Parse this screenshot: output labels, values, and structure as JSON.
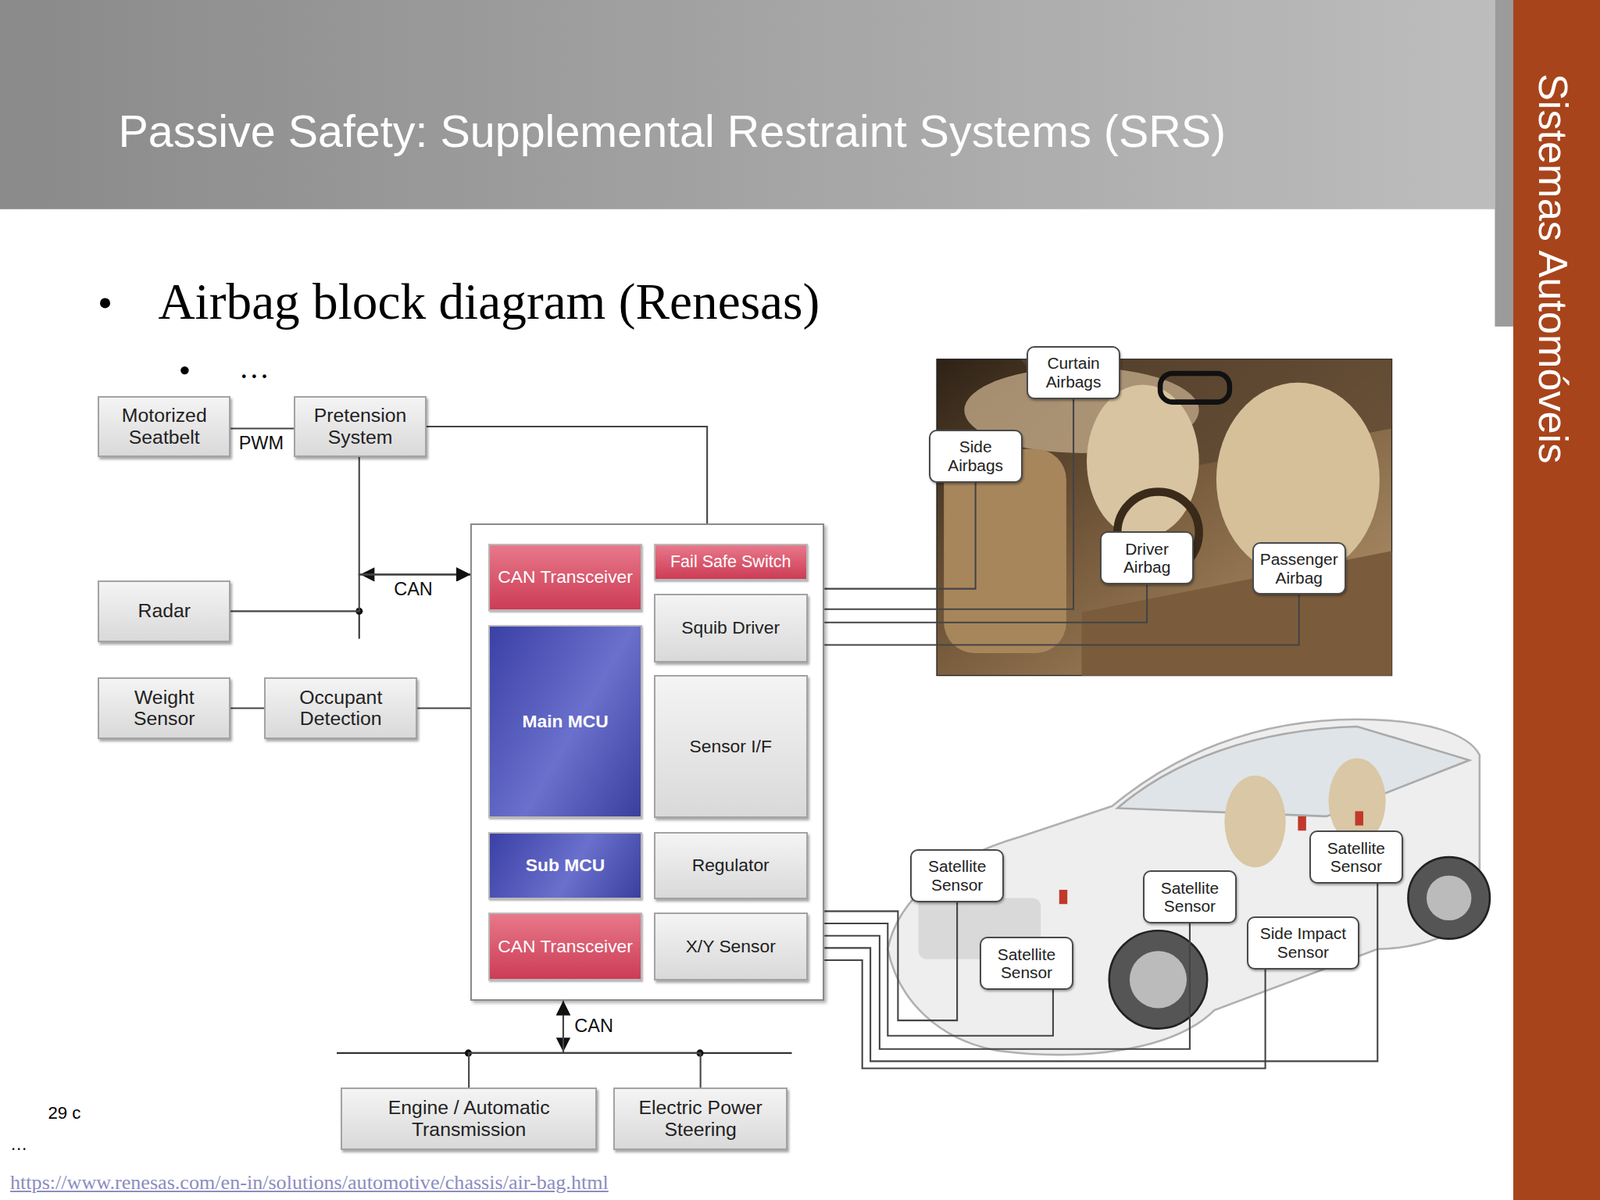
{
  "diagram": {
    "title": "Passive Safety: Supplemental Restraint Systems (SRS)",
    "nodes": [
      {
        "text": [
          "Motorized Seatbelt"
        ]
      },
      {
        "text": [
          "Pretension System"
        ]
      },
      {
        "text": [
          "Radar"
        ]
      },
      {
        "text": [
          "Weight Sensor"
        ]
      },
      {
        "text": [
          "Occupant Detection"
        ]
      },
      {
        "text": []
      },
      {
        "text": [
          "CAN Transceiver"
        ],
        "in": 5
      },
      {
        "text": [
          "Fail Safe Switch"
        ],
        "in": 5
      },
      {
        "text": [
          "Squib Driver"
        ],
        "in": 5
      },
      {
        "text": [
          "Main MCU"
        ],
        "in": 5
      },
      {
        "text": [
          "Sensor I/F"
        ],
        "in": 5
      },
      {
        "text": [
          "Sub MCU"
        ],
        "in": 5
      },
      {
        "text": [
          "Regulator"
        ],
        "in": 5
      },
      {
        "text": [
          "CAN Transceiver"
        ],
        "in": 5
      },
      {
        "text": [
          "X/Y Sensor"
        ],
        "in": 5
      },
      {
        "text": [
          "Curtain Airbags"
        ]
      },
      {
        "text": [
          "Side Airbags"
        ]
      },
      {
        "text": [
          "Driver Airbag"
        ]
      },
      {
        "text": [
          "Passenger Airbag"
        ]
      },
      {
        "text": [
          "Satellite Sensor"
        ]
      },
      {
        "text": [
          "Satellite Sensor"
        ]
      },
      {
        "text": [
          "Satellite Sensor"
        ]
      },
      {
        "text": [
          "Satellite Sensor"
        ]
      },
      {
        "text": [
          "Side Impact Sensor"
        ]
      },
      {
        "text": [
          "Engine / Automatic Transmission"
        ]
      },
      {
        "text": [
          "Electric Power Steering"
        ]
      }
    ],
    "edges": [
      {
        "from": 0,
        "to": 1,
        "label": "PWM",
        "arrow": "none"
      },
      {
        "from": 1,
        "to": 5,
        "arrow": "none"
      },
      {
        "from": 1,
        "to": 5,
        "label": "CAN",
        "arrow": "to"
      },
      {
        "from": 2,
        "to": 5,
        "arrow": "to"
      },
      {
        "from": 3,
        "to": 4,
        "arrow": "none"
      },
      {
        "from": 4,
        "to": 5,
        "arrow": "none"
      },
      {
        "from": 5,
        "to": 16,
        "arrow": "none"
      },
      {
        "from": 5,
        "to": 15,
        "arrow": "none"
      },
      {
        "from": 5,
        "to": 17,
        "arrow": "none"
      },
      {
        "from": 5,
        "to": 18,
        "arrow": "none"
      },
      {
        "from": 5,
        "to": 19,
        "arrow": "none"
      },
      {
        "from": 5,
        "to": 22,
        "arrow": "none"
      },
      {
        "from": 5,
        "to": 20,
        "arrow": "none"
      },
      {
        "from": 5,
        "to": 21,
        "arrow": "none"
      },
      {
        "from": 5,
        "to": 23,
        "arrow": "none"
      },
      {
        "from": 24,
        "to": 5,
        "label": "CAN",
        "arrow": "to"
      },
      {
        "from": 25,
        "to": 5,
        "arrow": "to"
      }
    ],
    "labels": [
      "Airbag block diagram (Renesas)",
      "…",
      "Sistemas Automóveis",
      "29 c",
      "…",
      "https://www.renesas.com/en-in/solutions/automotive/chassis/air-bag.html"
    ]
  }
}
